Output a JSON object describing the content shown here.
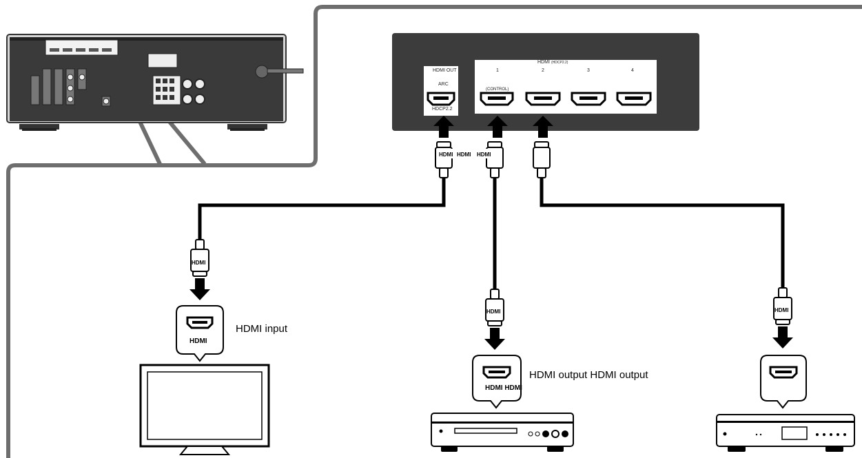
{
  "panel": {
    "hdmi_header": "HDMI",
    "hdmi_header_sub": "(HDCP2.2)",
    "hdmi_out_label": "HDMI OUT",
    "arc_label": "ARC",
    "hdcp_label": "HDCP2.2",
    "control_label": "(CONTROL)",
    "input_numbers": [
      "1",
      "2",
      "3",
      "4"
    ]
  },
  "cable_labels": {
    "top": [
      "HDMI",
      "HDMI",
      "HDMI"
    ],
    "tv_plug": "HDMI",
    "player_plug": "HDMI",
    "right_plug": "HDMI"
  },
  "tv": {
    "callout_label": "HDMI",
    "side_label": "HDMI input"
  },
  "player": {
    "callout_label": "HDMI HDMI",
    "side_label": "HDMI output HDMI output"
  },
  "colors": {
    "panel": "#3c3c3c",
    "line": "#000000",
    "frame": "#6e6e6e",
    "connector_fill": "#ffffff"
  }
}
